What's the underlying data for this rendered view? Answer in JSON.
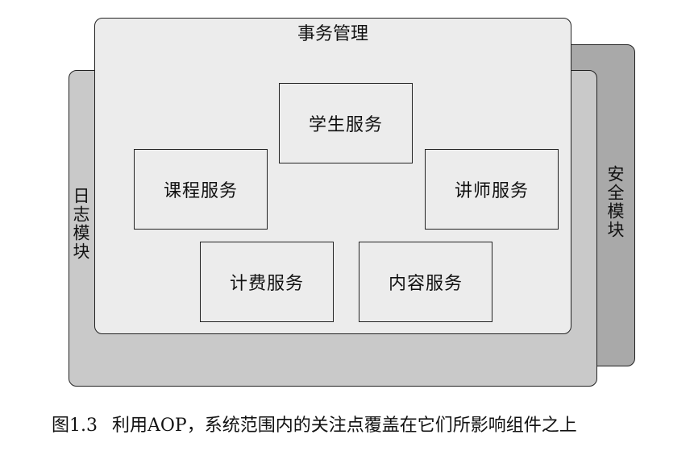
{
  "layers": {
    "security": "安全模块",
    "log": "日志模块",
    "business": "事务管理"
  },
  "services": {
    "student": "学生服务",
    "course": "课程服务",
    "teacher": "讲师服务",
    "billing": "计费服务",
    "content": "内容服务"
  },
  "caption": {
    "figure_number": "图1.3",
    "text": "利用AOP，系统范围内的关注点覆盖在它们所影响组件之上"
  }
}
